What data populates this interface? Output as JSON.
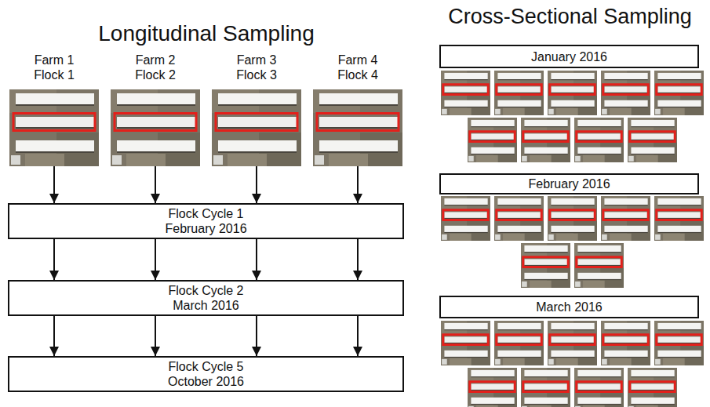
{
  "diagram": {
    "nodes": [
      {
        "text": [
          "Farm 1",
          "Flock 1"
        ]
      },
      {
        "text": [
          "Farm 2",
          "Flock 2"
        ]
      },
      {
        "text": [
          "Farm 3",
          "Flock 3"
        ]
      },
      {
        "text": [
          "Farm 4",
          "Flock 4"
        ]
      },
      {
        "text": [
          "Flock Cycle 1",
          "February 2016"
        ]
      },
      {
        "text": [
          "Flock Cycle 2",
          "March 2016"
        ]
      },
      {
        "text": [
          "Flock Cycle 5",
          "October 2016"
        ]
      },
      {
        "text": [
          "January 2016"
        ]
      },
      {
        "text": [
          "February 2016"
        ]
      },
      {
        "text": [
          "March 2016"
        ]
      }
    ],
    "edges": [
      {
        "from": 0,
        "to": 4,
        "arrow": "to"
      },
      {
        "from": 1,
        "to": 4,
        "arrow": "to"
      },
      {
        "from": 2,
        "to": 4,
        "arrow": "to"
      },
      {
        "from": 3,
        "to": 4,
        "arrow": "to"
      },
      {
        "from": 4,
        "to": 5,
        "arrow": "to"
      },
      {
        "from": 4,
        "to": 5,
        "arrow": "to"
      },
      {
        "from": 4,
        "to": 5,
        "arrow": "to"
      },
      {
        "from": 4,
        "to": 5,
        "arrow": "to"
      },
      {
        "from": 5,
        "to": 6,
        "arrow": "to"
      },
      {
        "from": 5,
        "to": 6,
        "arrow": "to"
      },
      {
        "from": 5,
        "to": 6,
        "arrow": "to"
      },
      {
        "from": 5,
        "to": 6,
        "arrow": "to"
      }
    ],
    "labels": [
      "Longitudinal Sampling",
      "Cross-Sectional Sampling"
    ]
  }
}
